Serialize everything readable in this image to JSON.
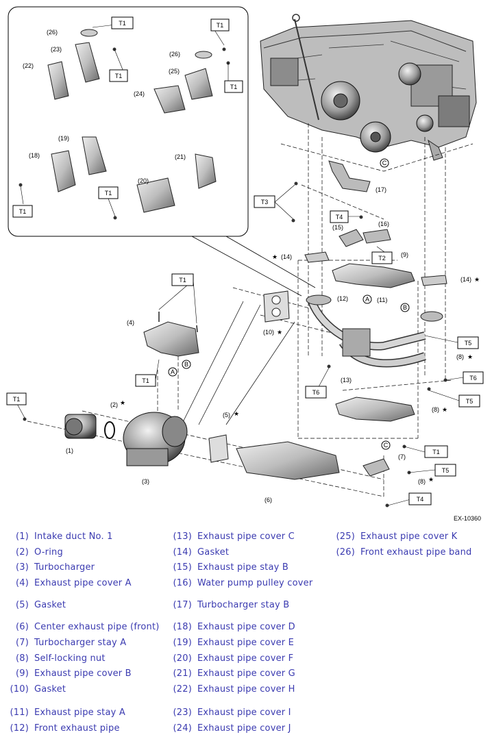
{
  "figure_id": "EX-10360",
  "star": "★",
  "t_labels": [
    "T1",
    "T2",
    "T3",
    "T4",
    "T5",
    "T6"
  ],
  "marker_labels": [
    "A",
    "B",
    "C"
  ],
  "callouts": [
    "(1)",
    "(2)",
    "(3)",
    "(4)",
    "(5)",
    "(6)",
    "(7)",
    "(8)",
    "(9)",
    "(10)",
    "(11)",
    "(12)",
    "(13)",
    "(14)",
    "(15)",
    "(16)",
    "(17)",
    "(18)",
    "(19)",
    "(20)",
    "(21)",
    "(22)",
    "(23)",
    "(24)",
    "(25)",
    "(26)"
  ],
  "legend": [
    {
      "num": "(1)",
      "label": "Intake duct No. 1"
    },
    {
      "num": "(2)",
      "label": "O-ring"
    },
    {
      "num": "(3)",
      "label": "Turbocharger"
    },
    {
      "num": "(4)",
      "label": "Exhaust pipe cover A"
    },
    {
      "num": "(5)",
      "label": "Gasket"
    },
    {
      "num": "(6)",
      "label": "Center exhaust pipe (front)"
    },
    {
      "num": "(7)",
      "label": "Turbocharger stay A"
    },
    {
      "num": "(8)",
      "label": "Self-locking nut"
    },
    {
      "num": "(9)",
      "label": "Exhaust pipe cover B"
    },
    {
      "num": "(10)",
      "label": "Gasket"
    },
    {
      "num": "(11)",
      "label": "Exhaust pipe stay A"
    },
    {
      "num": "(12)",
      "label": "Front exhaust pipe"
    },
    {
      "num": "(13)",
      "label": "Exhaust pipe cover C"
    },
    {
      "num": "(14)",
      "label": "Gasket"
    },
    {
      "num": "(15)",
      "label": "Exhaust pipe stay B"
    },
    {
      "num": "(16)",
      "label": "Water pump pulley cover"
    },
    {
      "num": "(17)",
      "label": "Turbocharger stay B"
    },
    {
      "num": "(18)",
      "label": "Exhaust pipe cover D"
    },
    {
      "num": "(19)",
      "label": "Exhaust pipe cover E"
    },
    {
      "num": "(20)",
      "label": "Exhaust pipe cover F"
    },
    {
      "num": "(21)",
      "label": "Exhaust pipe cover G"
    },
    {
      "num": "(22)",
      "label": "Exhaust pipe cover H"
    },
    {
      "num": "(23)",
      "label": "Exhaust pipe cover I"
    },
    {
      "num": "(24)",
      "label": "Exhaust pipe cover J"
    },
    {
      "num": "(25)",
      "label": "Exhaust pipe cover K"
    },
    {
      "num": "(26)",
      "label": "Front exhaust pipe band"
    }
  ]
}
